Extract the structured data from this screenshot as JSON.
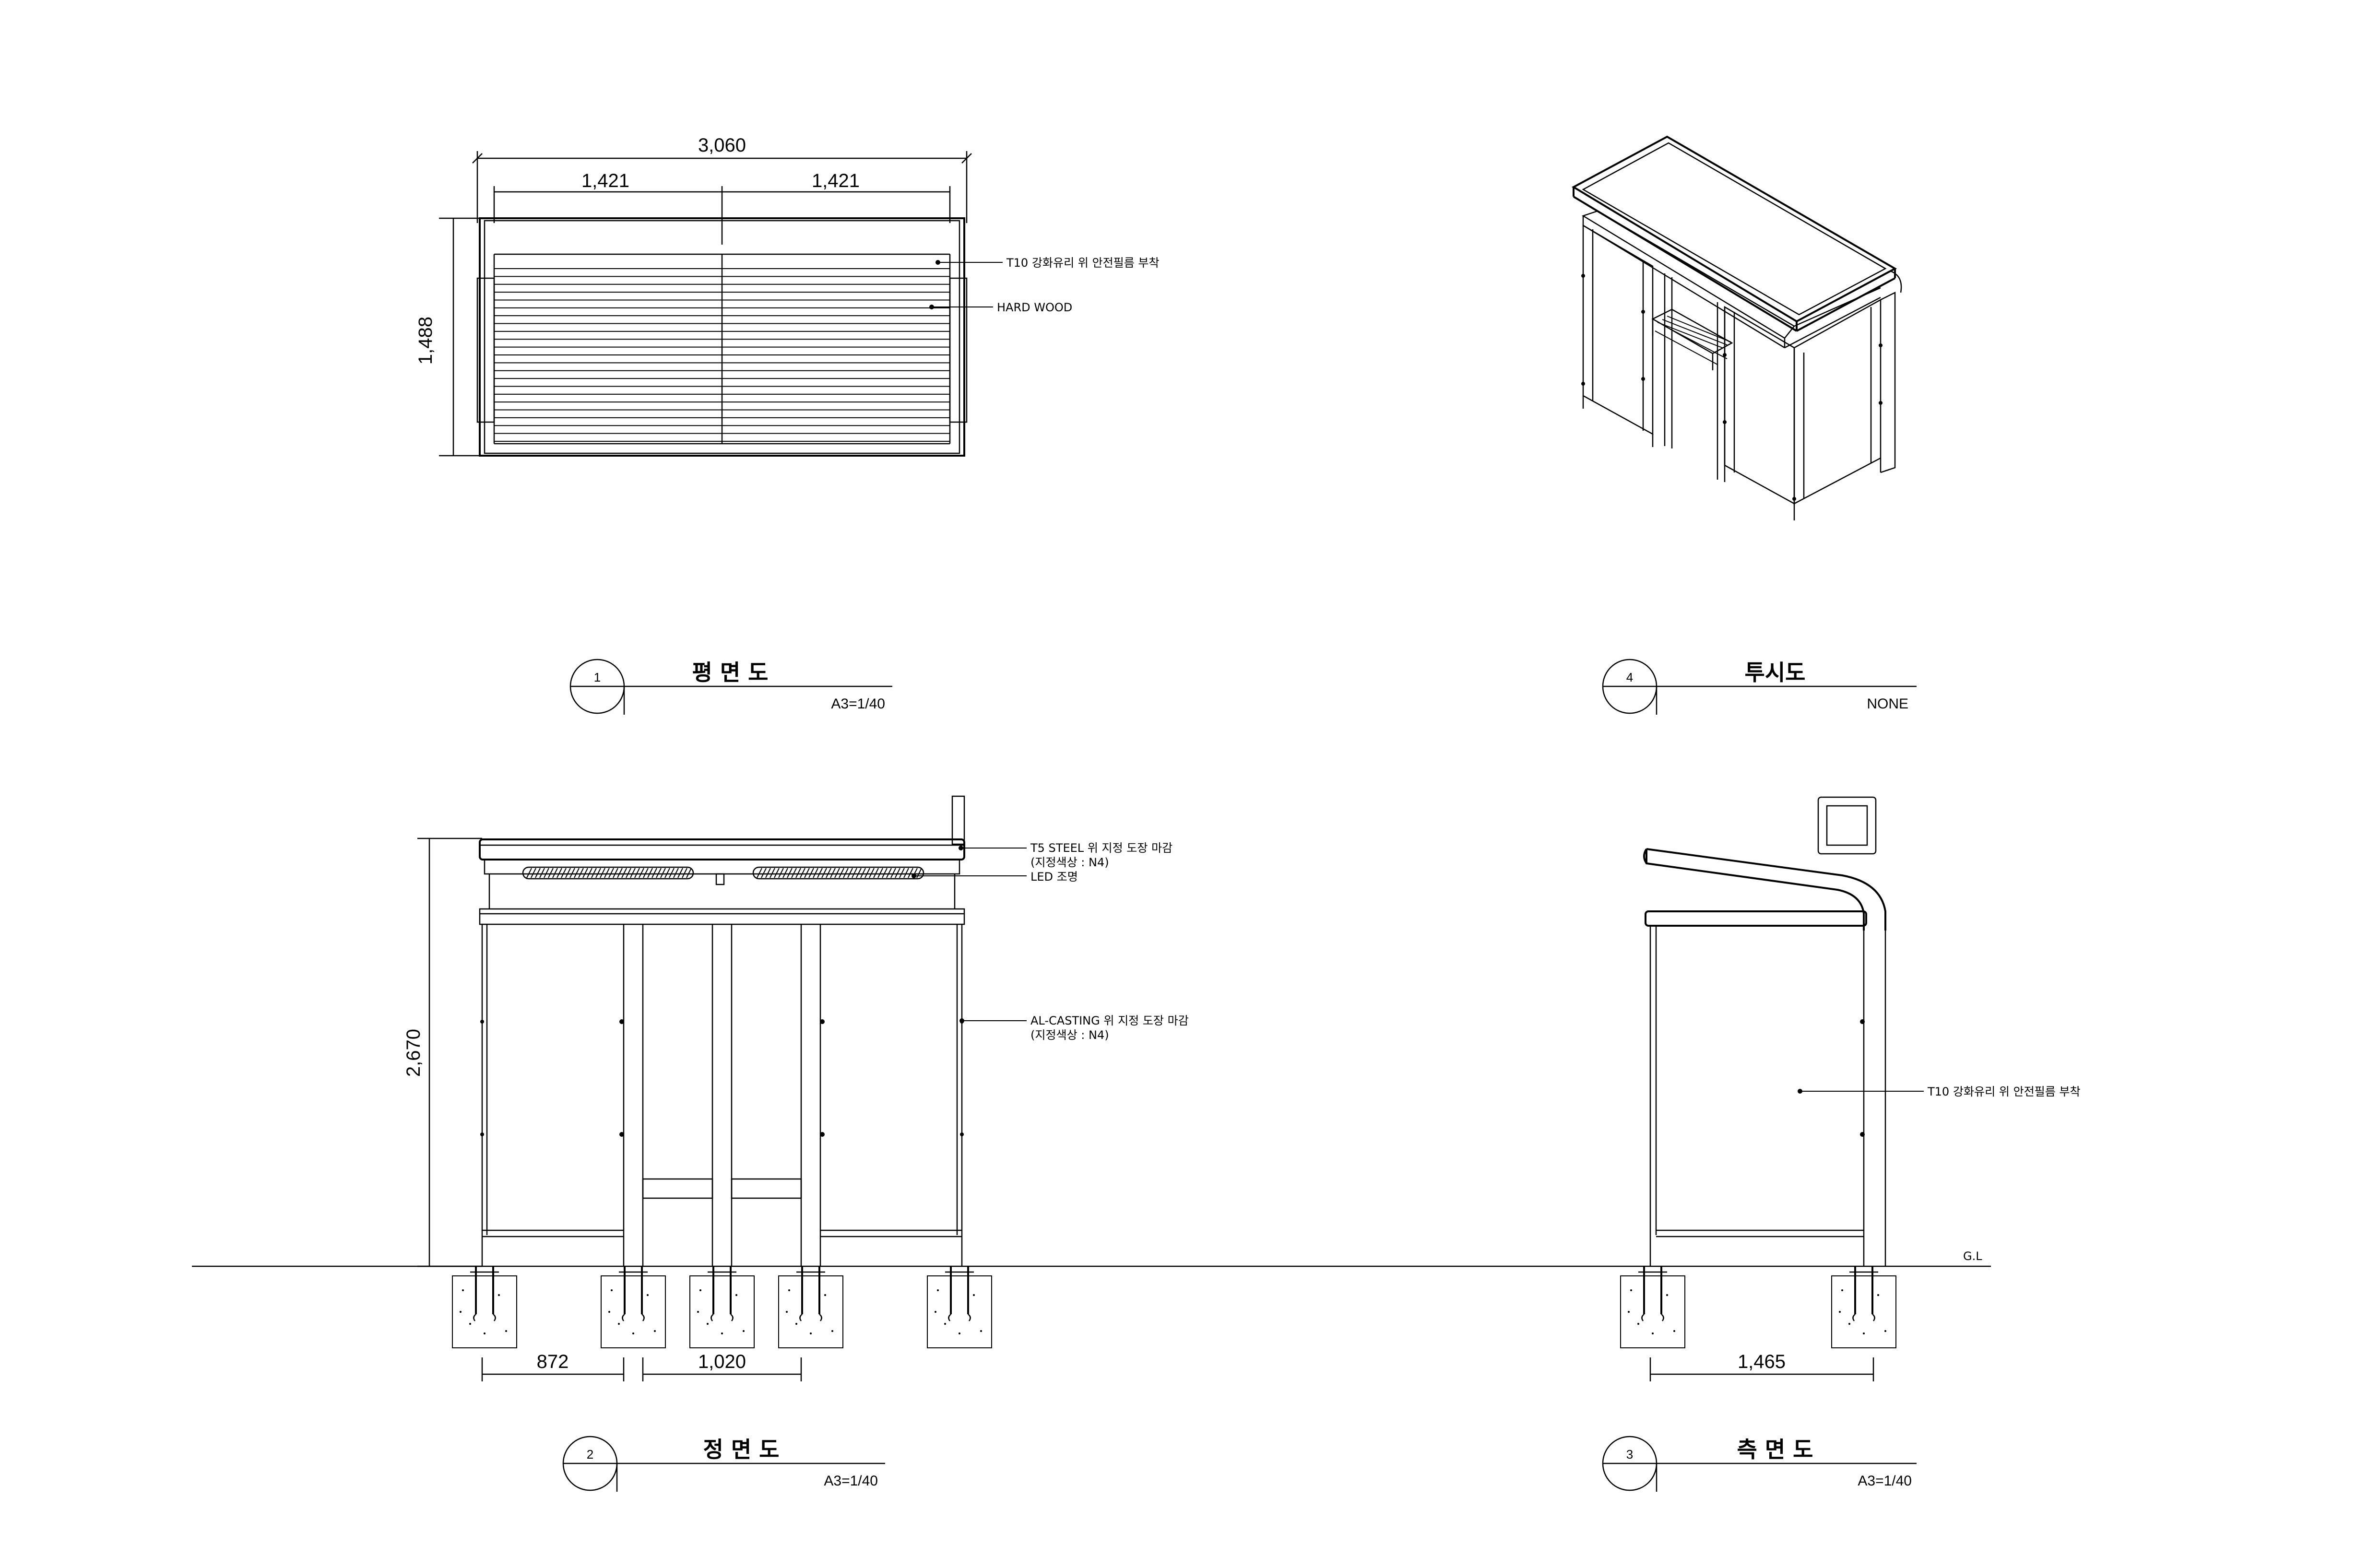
{
  "views": {
    "plan": {
      "number": "1",
      "title": "평 면 도",
      "scale": "A3=1/40",
      "dims": {
        "overall_width": "3,060",
        "half_left": "1,421",
        "half_right": "1,421",
        "depth": "1,488"
      },
      "notes": {
        "glass": "T10 강화유리 위 안전필름 부착",
        "wood": "HARD WOOD"
      }
    },
    "perspective": {
      "number": "4",
      "title": "투시도",
      "scale": "NONE"
    },
    "front": {
      "number": "2",
      "title": "정 면 도",
      "scale": "A3=1/40",
      "dims": {
        "height": "2,670",
        "bay_left": "872",
        "bay_center": "1,020"
      },
      "notes": {
        "steel_1": "T5 STEEL 위 지정 도장 마감",
        "steel_2": "(지정색상 : N4)",
        "led": "LED 조명",
        "casting_1": "AL-CASTING 위 지정 도장 마감",
        "casting_2": "(지정색상 : N4)"
      }
    },
    "side": {
      "number": "3",
      "title": "측 면 도",
      "scale": "A3=1/40",
      "dims": {
        "depth": "1,465"
      },
      "notes": {
        "glass": "T10 강화유리 위 안전필름 부착",
        "ground": "G.L"
      }
    }
  }
}
